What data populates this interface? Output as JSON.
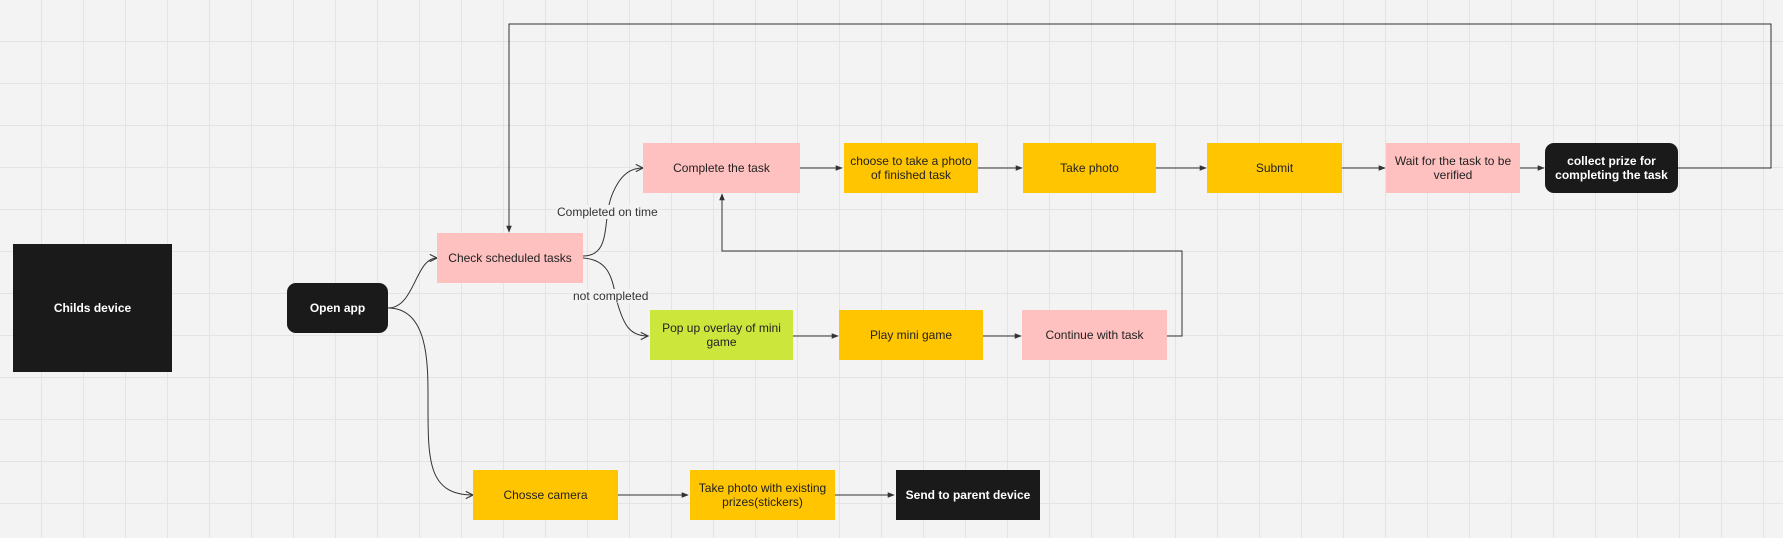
{
  "nodes": {
    "childs_device": "Childs device",
    "open_app": "Open app",
    "check_tasks": "Check scheduled tasks",
    "complete_task": "Complete the task",
    "choose_photo": "choose to take a photo of finished task",
    "take_photo": "Take photo",
    "submit": "Submit",
    "wait_verify": "Wait for the task to be verified",
    "collect_prize": "collect prize for completing the task",
    "popup_minigame": "Pop up overlay of mini game",
    "play_minigame": "Play mini game",
    "continue_task": "Continue with task",
    "choose_camera": "Chosse camera",
    "photo_prizes": "Take photo with existing prizes(stickers)",
    "send_parent": "Send to parent device"
  },
  "edge_labels": {
    "completed_on_time": "Completed on time",
    "not_completed": "not completed"
  },
  "colors": {
    "pink": "#ffc0c0",
    "yellow": "#ffc500",
    "lime": "#cde63c",
    "black": "#1a1a1a",
    "line": "#333333"
  }
}
